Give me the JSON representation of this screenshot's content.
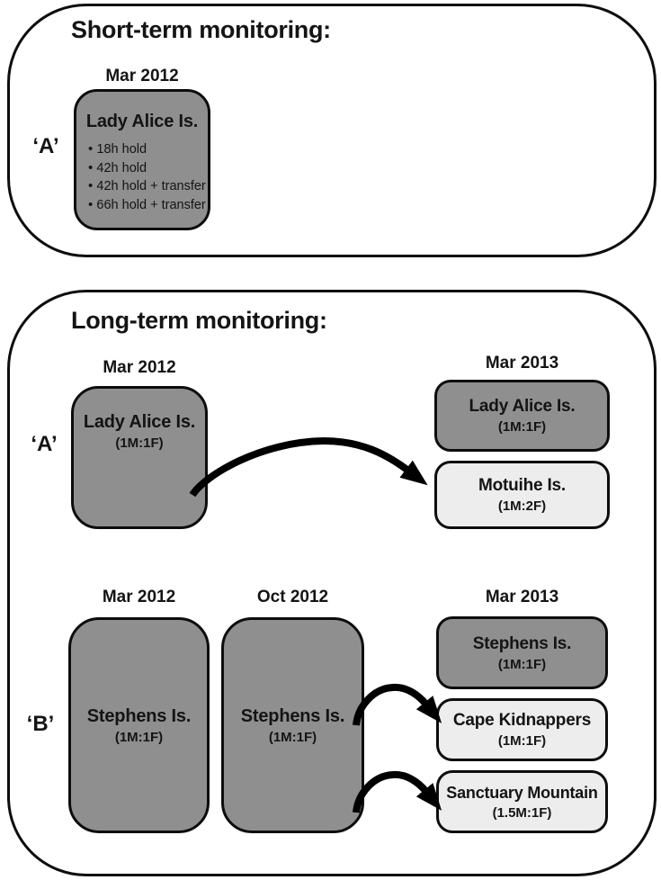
{
  "colors": {
    "dark_box": "#8f8f8f",
    "light_box": "#ededed",
    "box_border": "#0d0d0d",
    "panel_border": "#0d0d0d",
    "text": "#141414",
    "arrow": "#000000",
    "background": "#ffffff"
  },
  "short_term": {
    "section_title": "Short-term monitoring:",
    "column_header": "Mar 2012",
    "row_label": "‘A’",
    "box": {
      "title": "Lady Alice Is.",
      "treatments": [
        "18h hold",
        "42h hold",
        "42h hold + transfer",
        "66h hold + transfer"
      ]
    }
  },
  "long_term": {
    "section_title": "Long-term monitoring:",
    "row_a": {
      "label": "‘A’",
      "source_header": "Mar 2012",
      "source_box": {
        "title": "Lady Alice Is.",
        "sex_ratio": "(1M:1F)"
      },
      "dest_header": "Mar 2013",
      "dest_boxes": [
        {
          "title": "Lady Alice Is.",
          "sex_ratio": "(1M:1F)",
          "shade": "dark"
        },
        {
          "title": "Motuihe Is.",
          "sex_ratio": "(1M:2F)",
          "shade": "light"
        }
      ]
    },
    "row_b": {
      "label": "‘B’",
      "source_headers": [
        "Mar 2012",
        "Oct 2012"
      ],
      "source_boxes": [
        {
          "title": "Stephens Is.",
          "sex_ratio": "(1M:1F)"
        },
        {
          "title": "Stephens Is.",
          "sex_ratio": "(1M:1F)"
        }
      ],
      "dest_header": "Mar 2013",
      "dest_boxes": [
        {
          "title": "Stephens Is.",
          "sex_ratio": "(1M:1F)",
          "shade": "dark"
        },
        {
          "title": "Cape Kidnappers",
          "sex_ratio": "(1M:1F)",
          "shade": "light"
        },
        {
          "title": "Sanctuary Mountain",
          "sex_ratio": "(1.5M:1F)",
          "shade": "light"
        }
      ]
    }
  }
}
